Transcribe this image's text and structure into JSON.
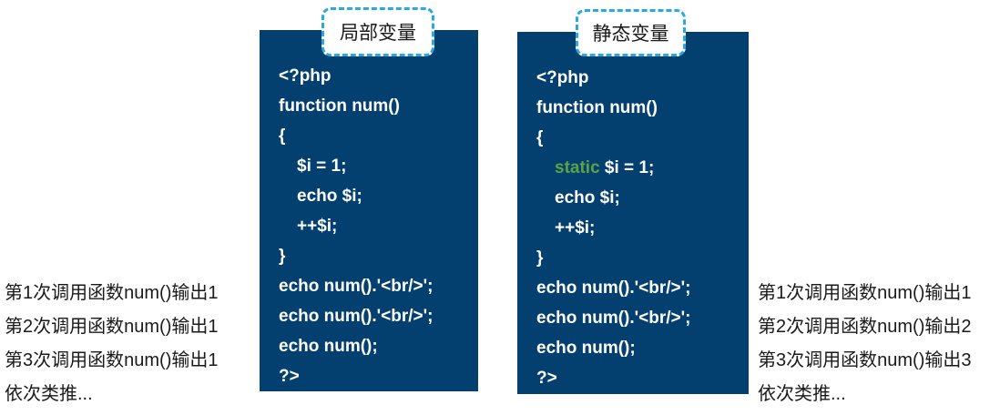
{
  "colors": {
    "panel_bg": "#04406F",
    "code_text": "#ffffff",
    "static_keyword_green": "#5BA345",
    "label_border_blue": "#29A9E0",
    "label_bg": "#ffffff",
    "text_black": "#1a1a1a"
  },
  "panels": [
    {
      "id": "local",
      "label": "局部变量",
      "code": [
        {
          "indent": 0,
          "segments": [
            {
              "t": "<?php"
            }
          ]
        },
        {
          "indent": 0,
          "segments": [
            {
              "t": "function num()"
            }
          ]
        },
        {
          "indent": 0,
          "segments": [
            {
              "t": "{"
            }
          ]
        },
        {
          "indent": 1,
          "segments": [
            {
              "t": "$i = 1;"
            }
          ]
        },
        {
          "indent": 1,
          "segments": [
            {
              "t": "echo $i;"
            }
          ]
        },
        {
          "indent": 1,
          "segments": [
            {
              "t": "++$i;"
            }
          ]
        },
        {
          "indent": 0,
          "segments": [
            {
              "t": "}"
            }
          ]
        },
        {
          "indent": 0,
          "segments": [
            {
              "t": "echo num().'<br/>';"
            }
          ]
        },
        {
          "indent": 0,
          "segments": [
            {
              "t": "echo num().'<br/>';"
            }
          ]
        },
        {
          "indent": 0,
          "segments": [
            {
              "t": "echo num();"
            }
          ]
        },
        {
          "indent": 0,
          "segments": [
            {
              "t": "?>"
            }
          ]
        }
      ]
    },
    {
      "id": "static",
      "label": "静态变量",
      "code": [
        {
          "indent": 0,
          "segments": [
            {
              "t": "<?php"
            }
          ]
        },
        {
          "indent": 0,
          "segments": [
            {
              "t": "function num()"
            }
          ]
        },
        {
          "indent": 0,
          "segments": [
            {
              "t": "{"
            }
          ]
        },
        {
          "indent": 1,
          "segments": [
            {
              "t": "static ",
              "k": true
            },
            {
              "t": "$i = 1;"
            }
          ]
        },
        {
          "indent": 1,
          "segments": [
            {
              "t": "echo $i;"
            }
          ]
        },
        {
          "indent": 1,
          "segments": [
            {
              "t": "++$i;"
            }
          ]
        },
        {
          "indent": 0,
          "segments": [
            {
              "t": "}"
            }
          ]
        },
        {
          "indent": 0,
          "segments": [
            {
              "t": "echo num().'<br/>';"
            }
          ]
        },
        {
          "indent": 0,
          "segments": [
            {
              "t": "echo num().'<br/>';"
            }
          ]
        },
        {
          "indent": 0,
          "segments": [
            {
              "t": "echo num();"
            }
          ]
        },
        {
          "indent": 0,
          "segments": [
            {
              "t": "?>"
            }
          ]
        }
      ]
    }
  ],
  "annotations": {
    "left": [
      "第1次调用函数num()输出1",
      "第2次调用函数num()输出1",
      "第3次调用函数num()输出1",
      "依次类推..."
    ],
    "right": [
      "第1次调用函数num()输出1",
      "第2次调用函数num()输出2",
      "第3次调用函数num()输出3",
      "依次类推..."
    ]
  }
}
